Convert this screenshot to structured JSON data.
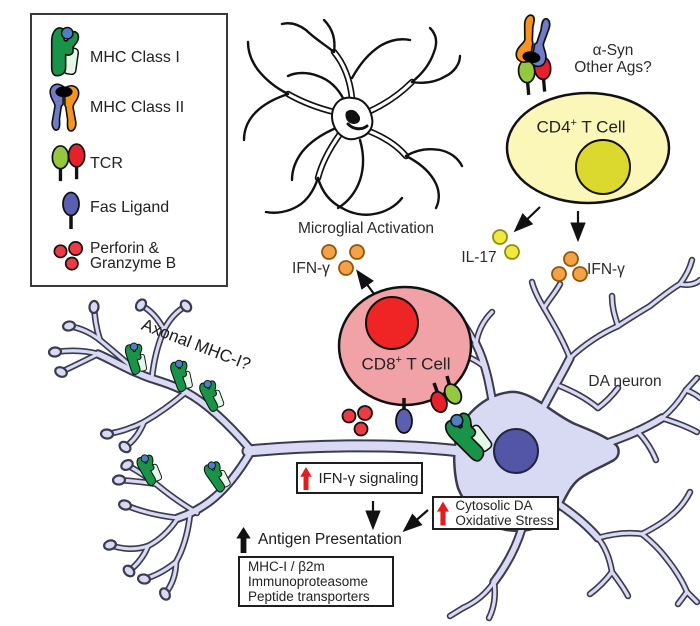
{
  "legend": {
    "items": [
      {
        "label": "MHC Class I"
      },
      {
        "label": "MHC Class II"
      },
      {
        "label": "TCR"
      },
      {
        "label": "Fas Ligand"
      },
      {
        "label_line1": "Perforin &",
        "label_line2": "Granzyme B"
      }
    ]
  },
  "labels": {
    "microglia": "Microglial Activation",
    "ifn_gamma_left": "IFN-γ",
    "il17": "IL-17",
    "ifn_gamma_right": "IFN-γ",
    "da_neuron": "DA neuron",
    "axonal_mhc": "Axonal MHC-I?",
    "antigen_query_line1": "α-Syn",
    "antigen_query_line2": "Other Ags?"
  },
  "cells": {
    "cd4": {
      "name": "CD4",
      "plus": "+",
      "suffix": " T Cell"
    },
    "cd8": {
      "name": "CD8",
      "plus": "+",
      "suffix": " T Cell"
    }
  },
  "boxes": {
    "ifn_signaling": "IFN-γ signaling",
    "antigen_presentation": "Antigen Presentation",
    "mhc_pathway_line1": "MHC-I / β2m",
    "mhc_pathway_line2": "Immunoproteasome",
    "mhc_pathway_line3": "Peptide transporters",
    "cytosolic_line1": "Cytosolic DA",
    "cytosolic_line2": "Oxidative Stress"
  },
  "colors": {
    "cd4_fill": "#faf7b9",
    "cd4_nucleus": "#dcd92e",
    "cd8_fill": "#f1a2a6",
    "cd8_nucleus": "#ee2524",
    "neuron_fill": "#d7daf2",
    "neuron_outline": "#3b3b50",
    "neuron_nucleus": "#5355a7",
    "mhc1_green": "#179447",
    "mhc1_groove": "#e4f8e8",
    "peptide_blue": "#4d7fc4",
    "mhc2_blue": "#707cc7",
    "mhc2_orange": "#f7941e",
    "tcr_green": "#94c83d",
    "tcr_red": "#e8202c",
    "fas_blue": "#5a5fb2",
    "perforin_red": "#ee3a44",
    "ifn_dot": "#f4a246",
    "il17_dot": "#efe93e",
    "red_arrow": "#e31c1c",
    "black_arrow": "#111111"
  }
}
